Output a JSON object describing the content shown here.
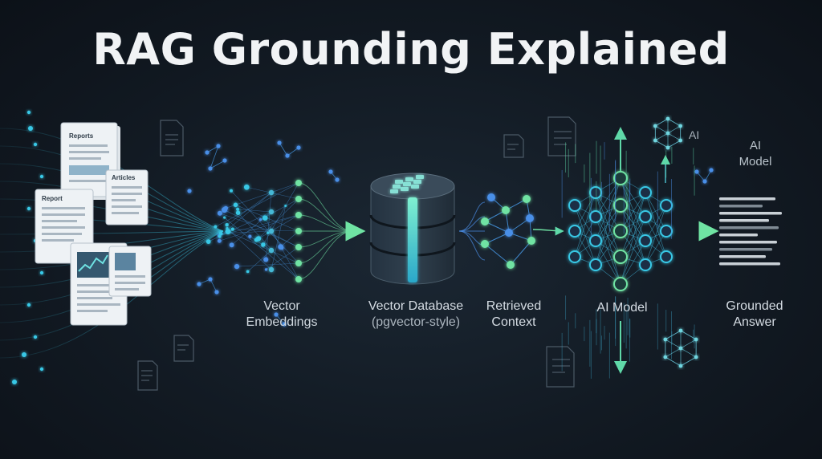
{
  "title": "RAG Grounding Explained",
  "documents": {
    "doc1": "Reports",
    "doc2": "Articles",
    "doc3": "Report"
  },
  "stages": {
    "embeddings": [
      "Vector",
      "Embeddings"
    ],
    "database": [
      "Vector Database",
      "(pgvector-style)"
    ],
    "context": [
      "Retrieved",
      "Context"
    ],
    "model": [
      "AI Model"
    ],
    "answer": [
      "Grounded",
      "Answer"
    ]
  },
  "extra_labels": {
    "ai_tag": "AI",
    "ai_model_top": [
      "AI",
      "Model"
    ]
  },
  "colors": {
    "cyan": "#39c8e6",
    "green": "#6fe3a3",
    "blue": "#4a8fe8",
    "panel": "#1b2530"
  }
}
